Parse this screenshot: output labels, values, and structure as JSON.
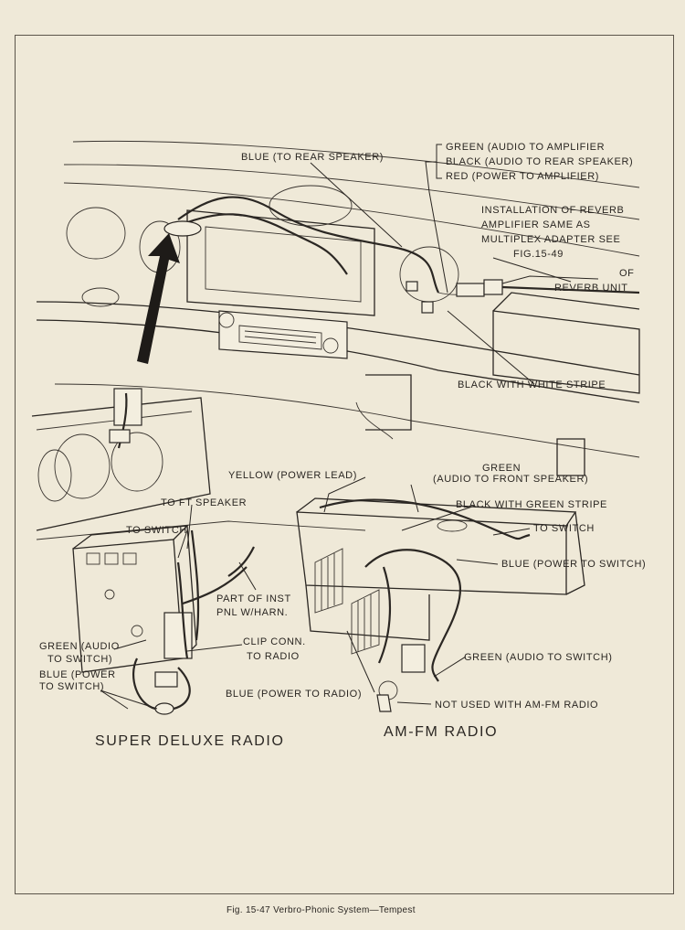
{
  "labels": {
    "blue_rear_speaker": "BLUE (TO REAR SPEAKER)",
    "green_audio_amp": "GREEN (AUDIO TO AMPLIFIER",
    "black_audio_rear": "BLACK (AUDIO TO REAR SPEAKER)",
    "red_power_amp": "RED (POWER TO AMPLIFIER)",
    "install_1": "INSTALLATION OF REVERB",
    "install_2": "AMPLIFIER SAME AS",
    "install_3": "MULTIPLEX ADAPTER SEE",
    "install_4": "FIG.15-49",
    "of": "OF",
    "reverb_unit": "REVERB UNIT",
    "black_white_stripe": "BLACK WITH WHITE STRIPE",
    "green": "GREEN",
    "audio_front_speaker": "(AUDIO TO FRONT SPEAKER)",
    "yellow_power": "YELLOW (POWER LEAD)",
    "black_green_stripe": "BLACK WITH GREEN STRIPE",
    "to_ft_speaker": "TO FT SPEAKER",
    "to_switch_left": "TO SWITCH",
    "to_switch_right": "TO SWITCH",
    "blue_power_switch_right": "BLUE (POWER TO SWITCH)",
    "part_of_inst_1": "PART OF INST",
    "part_of_inst_2": "PNL W/HARN.",
    "clip_conn_1": "CLIP CONN.",
    "clip_conn_2": "TO RADIO",
    "green_audio_1": "GREEN (AUDIO",
    "green_audio_2": "TO SWITCH)",
    "blue_power_1": "BLUE (POWER",
    "blue_power_2": "TO SWITCH)",
    "blue_power_radio": "BLUE (POWER TO RADIO)",
    "green_audio_switch_right": "GREEN (AUDIO TO SWITCH)",
    "not_used": "NOT USED WITH AM-FM RADIO"
  },
  "titles": {
    "super_deluxe": "SUPER DELUXE RADIO",
    "am_fm": "AM-FM RADIO"
  },
  "caption": "Fig. 15-47  Verbro-Phonic System—Tempest",
  "colors": {
    "paper": "#efe9d8",
    "ink": "#2b2723"
  }
}
